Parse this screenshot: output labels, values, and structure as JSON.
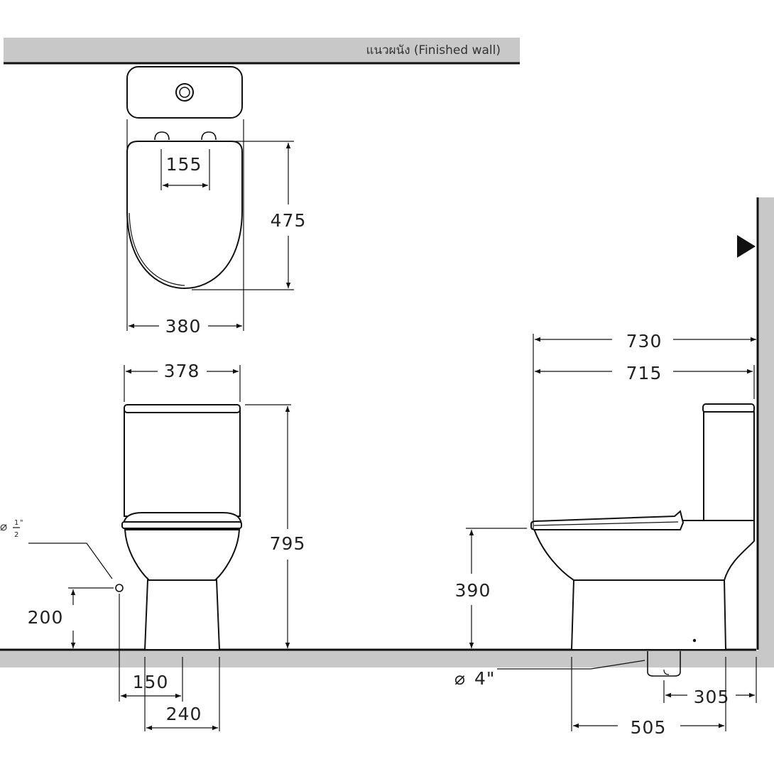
{
  "wall_label": "แนวผนัง (Finished wall)",
  "colors": {
    "wall_band": "#c8c8c8",
    "floor_band": "#c8c8c8",
    "line": "#111111"
  },
  "pipe_symbol": "⌀",
  "dimensions": {
    "seat_hole_spacing": "155",
    "seat_depth": "475",
    "top_width": "380",
    "tank_width": "378",
    "total_height": "795",
    "water_inlet_height": "200",
    "water_inlet_size_whole": "1",
    "water_inlet_size_denominator": "2",
    "inlet_offset": "150",
    "base_width": "240",
    "total_length": "730",
    "length_to_tank": "715",
    "seat_height": "390",
    "outlet_size": "4\"",
    "rough_in": "305",
    "base_length": "505"
  }
}
